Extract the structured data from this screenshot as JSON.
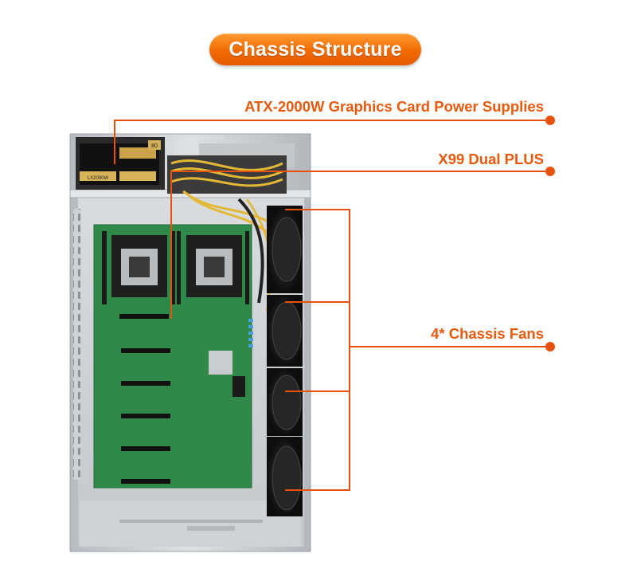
{
  "header": {
    "title": "Chassis Structure"
  },
  "callouts": {
    "psu": "ATX-2000W Graphics Card Power Supplies",
    "board": "X99 Dual  PLUS",
    "fans": "4* Chassis Fans"
  },
  "psu_label": {
    "badge": "80",
    "model": "LX2000W"
  },
  "colors": {
    "accent": "#e8500e",
    "title_gradient_top": "#ff9a33",
    "title_gradient_bottom": "#e45a00",
    "board_green": "#2f8a4a",
    "chassis_metal": "#c8cbce"
  },
  "icons": [
    "chassis-photo",
    "motherboard",
    "power-supply",
    "chassis-fan"
  ]
}
